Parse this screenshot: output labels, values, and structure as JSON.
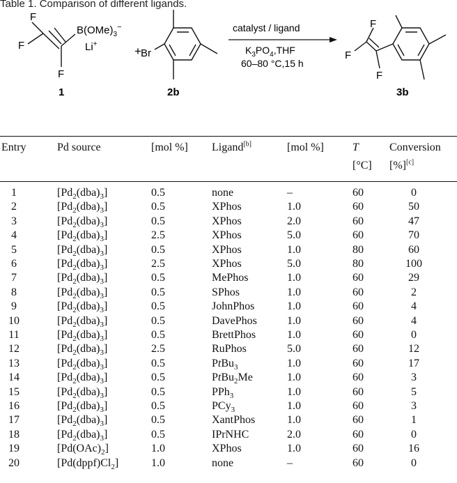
{
  "caption": "Table 1. Comparison of different ligands.",
  "scheme": {
    "reagent1": {
      "substituents": [
        "F",
        "F",
        "F"
      ],
      "group": "B(OMe)",
      "group_sub": "3",
      "group_sup": "−",
      "counterion": "Li",
      "counterion_sup": "+",
      "label": "1"
    },
    "plus": "+",
    "reagent2": {
      "halogen": "Br",
      "label": "2b"
    },
    "conditions_above": "catalyst / ligand",
    "conditions_base": "K",
    "conditions_base_sub": "3",
    "conditions_base_rest": "PO",
    "conditions_base_sub2": "4",
    "conditions_solvent": ",THF",
    "conditions_below": "60–80 °C,15 h",
    "product": {
      "substituents": [
        "F",
        "F",
        "F"
      ],
      "label": "3b"
    }
  },
  "headers": {
    "entry": "Entry",
    "pd_source": "Pd source",
    "mol1": "[mol %]",
    "ligand": "Ligand",
    "ligand_note": "[b]",
    "mol2": "[mol %]",
    "temp": "T",
    "temp_unit": "[°C]",
    "conversion": "Conversion",
    "conversion_unit": "[%]",
    "conversion_note": "[c]"
  },
  "rows": [
    {
      "entry": "1",
      "pd": [
        "[Pd",
        "2",
        "(dba)",
        "3",
        "]"
      ],
      "mol": "0.5",
      "ligand": [
        "none"
      ],
      "lmol": "–",
      "t": "60",
      "conv": "0"
    },
    {
      "entry": "2",
      "pd": [
        "[Pd",
        "2",
        "(dba)",
        "3",
        "]"
      ],
      "mol": "0.5",
      "ligand": [
        "XPhos"
      ],
      "lmol": "1.0",
      "t": "60",
      "conv": "50"
    },
    {
      "entry": "3",
      "pd": [
        "[Pd",
        "2",
        "(dba)",
        "3",
        "]"
      ],
      "mol": "0.5",
      "ligand": [
        "XPhos"
      ],
      "lmol": "2.0",
      "t": "60",
      "conv": "47"
    },
    {
      "entry": "4",
      "pd": [
        "[Pd",
        "2",
        "(dba)",
        "3",
        "]"
      ],
      "mol": "2.5",
      "ligand": [
        "XPhos"
      ],
      "lmol": "5.0",
      "t": "60",
      "conv": "70"
    },
    {
      "entry": "5",
      "pd": [
        "[Pd",
        "2",
        "(dba)",
        "3",
        "]"
      ],
      "mol": "0.5",
      "ligand": [
        "XPhos"
      ],
      "lmol": "1.0",
      "t": "80",
      "conv": "60"
    },
    {
      "entry": "6",
      "pd": [
        "[Pd",
        "2",
        "(dba)",
        "3",
        "]"
      ],
      "mol": "2.5",
      "ligand": [
        "XPhos"
      ],
      "lmol": "5.0",
      "t": "80",
      "conv": "100"
    },
    {
      "entry": "7",
      "pd": [
        "[Pd",
        "2",
        "(dba)",
        "3",
        "]"
      ],
      "mol": "0.5",
      "ligand": [
        "MePhos"
      ],
      "lmol": "1.0",
      "t": "60",
      "conv": "29"
    },
    {
      "entry": "8",
      "pd": [
        "[Pd",
        "2",
        "(dba)",
        "3",
        "]"
      ],
      "mol": "0.5",
      "ligand": [
        "SPhos"
      ],
      "lmol": "1.0",
      "t": "60",
      "conv": "2"
    },
    {
      "entry": "9",
      "pd": [
        "[Pd",
        "2",
        "(dba)",
        "3",
        "]"
      ],
      "mol": "0.5",
      "ligand": [
        "JohnPhos"
      ],
      "lmol": "1.0",
      "t": "60",
      "conv": "4"
    },
    {
      "entry": "10",
      "pd": [
        "[Pd",
        "2",
        "(dba)",
        "3",
        "]"
      ],
      "mol": "0.5",
      "ligand": [
        "DavePhos"
      ],
      "lmol": "1.0",
      "t": "60",
      "conv": "4"
    },
    {
      "entry": "11",
      "pd": [
        "[Pd",
        "2",
        "(dba)",
        "3",
        "]"
      ],
      "mol": "0.5",
      "ligand": [
        "BrettPhos"
      ],
      "lmol": "1.0",
      "t": "60",
      "conv": "0"
    },
    {
      "entry": "12",
      "pd": [
        "[Pd",
        "2",
        "(dba)",
        "3",
        "]"
      ],
      "mol": "2.5",
      "ligand": [
        "RuPhos"
      ],
      "lmol": "5.0",
      "t": "60",
      "conv": "12"
    },
    {
      "entry": "13",
      "pd": [
        "[Pd",
        "2",
        "(dba)",
        "3",
        "]"
      ],
      "mol": "0.5",
      "ligand": [
        "P",
        "tBu",
        "3"
      ],
      "lmol": "1.0",
      "t": "60",
      "conv": "17"
    },
    {
      "entry": "14",
      "pd": [
        "[Pd",
        "2",
        "(dba)",
        "3",
        "]"
      ],
      "mol": "0.5",
      "ligand": [
        "P",
        "tBu",
        "2",
        "Me"
      ],
      "lmol": "1.0",
      "t": "60",
      "conv": "3"
    },
    {
      "entry": "15",
      "pd": [
        "[Pd",
        "2",
        "(dba)",
        "3",
        "]"
      ],
      "mol": "0.5",
      "ligand": [
        "PPh",
        "3"
      ],
      "lmol": "1.0",
      "t": "60",
      "conv": "5"
    },
    {
      "entry": "16",
      "pd": [
        "[Pd",
        "2",
        "(dba)",
        "3",
        "]"
      ],
      "mol": "0.5",
      "ligand": [
        "PCy",
        "3"
      ],
      "lmol": "1.0",
      "t": "60",
      "conv": "3"
    },
    {
      "entry": "17",
      "pd": [
        "[Pd",
        "2",
        "(dba)",
        "3",
        "]"
      ],
      "mol": "0.5",
      "ligand": [
        "XantPhos"
      ],
      "lmol": "1.0",
      "t": "60",
      "conv": "1"
    },
    {
      "entry": "18",
      "pd": [
        "[Pd",
        "2",
        "(dba)",
        "3",
        "]"
      ],
      "mol": "0.5",
      "ligand": [
        "IPrNHC"
      ],
      "lmol": "2.0",
      "t": "60",
      "conv": "0"
    },
    {
      "entry": "19",
      "pd": [
        "[Pd(OAc)",
        "2",
        "]"
      ],
      "mol": "1.0",
      "ligand": [
        "XPhos"
      ],
      "lmol": "1.0",
      "t": "60",
      "conv": "16"
    },
    {
      "entry": "20",
      "pd": [
        "[Pd(dppf)Cl",
        "2",
        "]"
      ],
      "mol": "1.0",
      "ligand": [
        "none"
      ],
      "lmol": "–",
      "t": "60",
      "conv": "0"
    }
  ]
}
